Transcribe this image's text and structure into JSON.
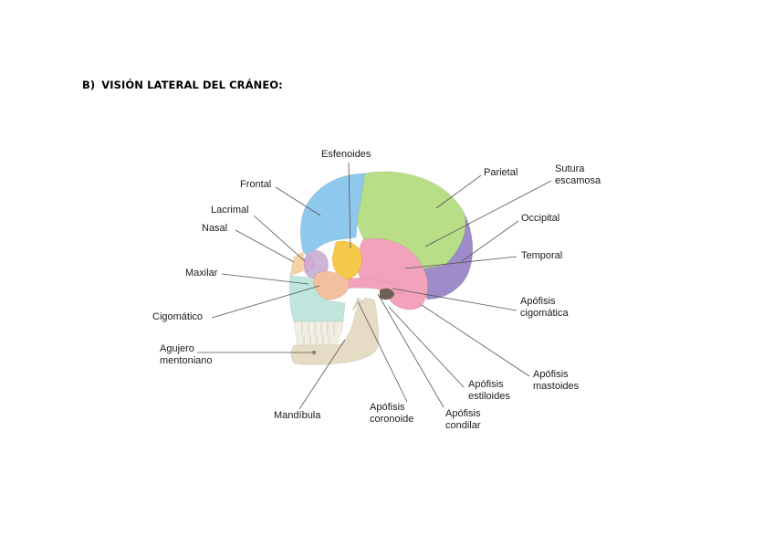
{
  "heading": {
    "letter": "B)",
    "title": "VISIÓN LATERAL DEL CRÁNEO:"
  },
  "colors": {
    "frontal": "#8ec8ec",
    "parietal": "#b9de88",
    "temporal": "#f2a3bb",
    "occipital": "#9d8cc9",
    "esfenoides": "#f6c94a",
    "cigomatico": "#f3c09f",
    "nasal": "#f6d2a4",
    "lacrimal": "#d4a9d6",
    "maxilar": "#bfe5dd",
    "mandibula": "#e6dcc6",
    "teeth": "#f1eee3",
    "leader": "#555555"
  },
  "labels": {
    "esfenoides": "Esfenoides",
    "frontal": "Frontal",
    "lacrimal": "Lacrimal",
    "nasal": "Nasal",
    "maxilar": "Maxilar",
    "cigomatico": "Cigomático",
    "agujero_l1": "Agujero",
    "agujero_l2": "mentoniano",
    "mandibula": "Mandíbula",
    "coronoide_l1": "Apófisis",
    "coronoide_l2": "coronoide",
    "condilar_l1": "Apófisis",
    "condilar_l2": "condilar",
    "estiloides_l1": "Apófisis",
    "estiloides_l2": "estiloides",
    "mastoides_l1": "Apófisis",
    "mastoides_l2": "mastoides",
    "apof_cigomatica_l1": "Apófisis",
    "apof_cigomatica_l2": "cigomática",
    "temporal": "Temporal",
    "occipital": "Occipital",
    "sutura_l1": "Sutura",
    "sutura_l2": "escamosa",
    "parietal": "Parietal"
  }
}
